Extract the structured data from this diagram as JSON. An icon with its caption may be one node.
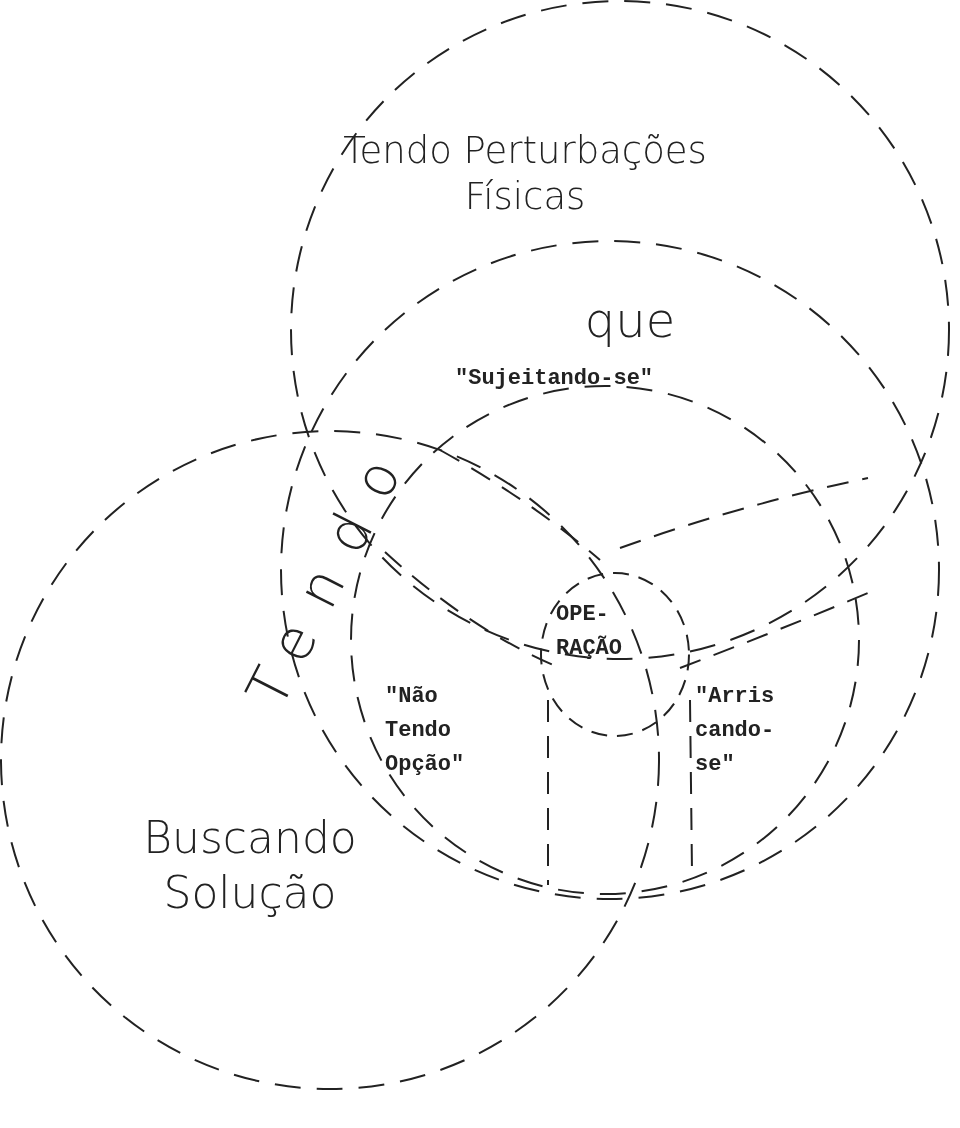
{
  "diagram": {
    "nodes": [
      {
        "text": [
          "Tendo Perturbações Físicas"
        ]
      },
      {
        "text": [
          "Tendo",
          "que"
        ]
      },
      {
        "text": [
          "Buscando Solução"
        ]
      },
      {
        "text": [],
        "shape": "circle",
        "in": 1
      },
      {
        "text": [
          "OPE- RAÇÃO"
        ],
        "in": 3
      }
    ],
    "edges": [],
    "labels": [
      "\"Sujeitando-se\"",
      "\"Não Tendo Opção\"",
      "\"Arris cando- se\""
    ]
  }
}
